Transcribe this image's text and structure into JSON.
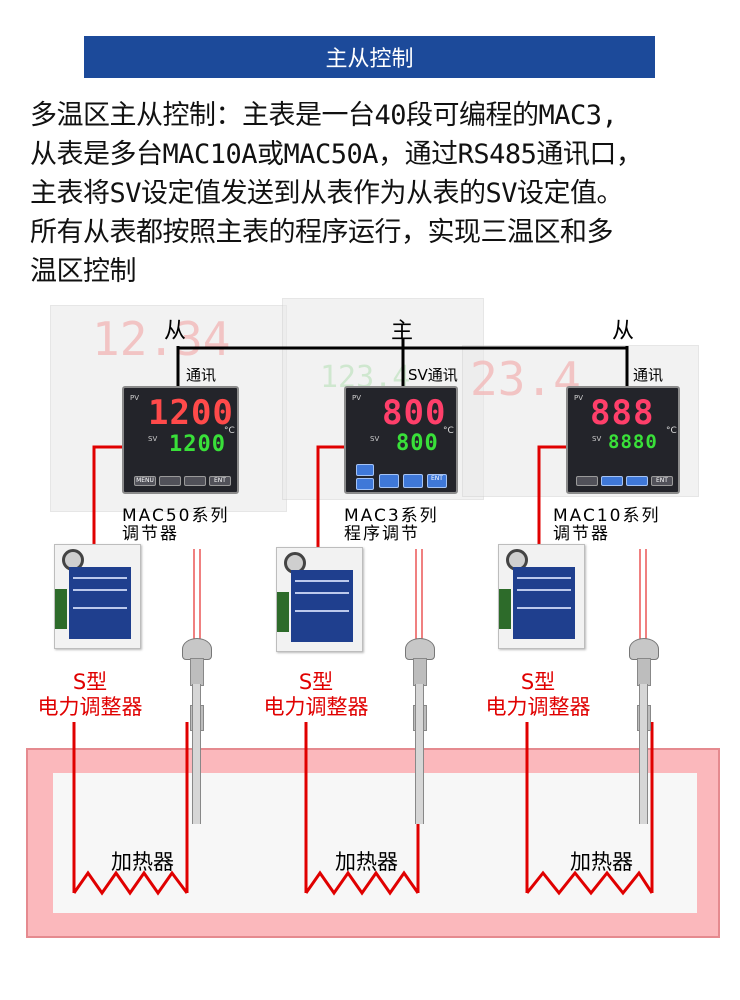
{
  "title": "主从控制",
  "description": [
    "多温区主从控制：主表是一台40段可编程的MAC3,",
    "从表是多台MAC10A或MAC50A，通过RS485通讯口，",
    "主表将SV设定值发送到从表作为从表的SV设定值。",
    "所有从表都按照主表的程序运行，实现三温区和多",
    "温区控制"
  ],
  "roles": {
    "left": "从",
    "center": "主",
    "right": "从"
  },
  "controllers": [
    {
      "comm_label": "通讯",
      "pv_label": "PV",
      "sv_label": "SV",
      "unit": "°C",
      "pv": "1200",
      "sv": "1200",
      "buttons": [
        "MENU",
        "",
        "",
        "ENT"
      ],
      "model_line1": "MAC50系列",
      "model_line2": "调节器"
    },
    {
      "comm_label": "SV通讯",
      "pv_label": "PV",
      "sv_label": "SV",
      "unit": "°C",
      "pv": "800",
      "sv": "800",
      "buttons": [
        "",
        "",
        "",
        "ENT"
      ],
      "model_line1": "MAC3系列",
      "model_line2": "程序调节"
    },
    {
      "comm_label": "通讯",
      "pv_label": "PV",
      "sv_label": "SV",
      "unit": "°C",
      "pv": "888",
      "sv": "8880",
      "buttons": [
        "",
        "",
        "",
        "ENT"
      ],
      "model_line1": "MAC10系列",
      "model_line2": "调节器"
    }
  ],
  "regulators": [
    {
      "line1": "S型",
      "line2": "电力调整器"
    },
    {
      "line1": "S型",
      "line2": "电力调整器"
    },
    {
      "line1": "S型",
      "line2": "电力调整器"
    }
  ],
  "heaters": [
    "加热器",
    "加热器",
    "加热器"
  ],
  "ghost_readings": {
    "pv": "12.34",
    "sv": "123.4",
    "pv2": "23.4"
  },
  "colors": {
    "title_bg": "#1c4a9a",
    "regulator_label": "#e00000",
    "wire": "#000000",
    "signal_wire": "#e00000",
    "furnace": "#fbb8bc"
  }
}
